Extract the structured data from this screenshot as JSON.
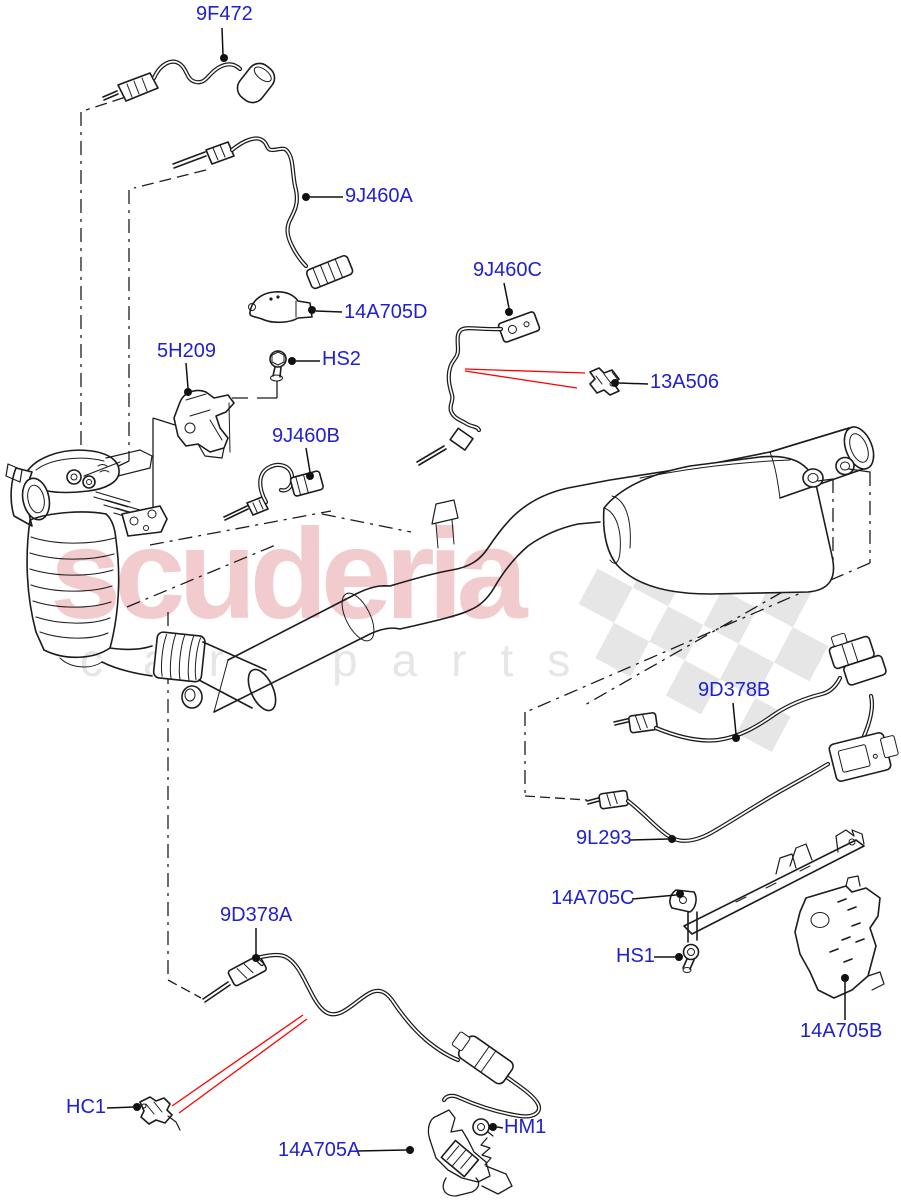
{
  "page": {
    "title": "Exhaust sensors and brackets parts diagram",
    "background_color": "#ffffff"
  },
  "watermark": {
    "brand": "scuderia",
    "tagline_word1": "car",
    "tagline_word2": "parts",
    "brand_color": "rgba(203,48,60,0.25)",
    "tagline_color": "#e6e6e6",
    "checker_color": "#d2d2d2"
  },
  "colors": {
    "label_blue": "#2020cf",
    "line_black": "#1c1c1c",
    "pointer_red": "#ff0000",
    "background": "#ffffff"
  },
  "labels": [
    {
      "id": "9F472",
      "text": "9F472"
    },
    {
      "id": "9J460A",
      "text": "9J460A"
    },
    {
      "id": "14A705D",
      "text": "14A705D"
    },
    {
      "id": "5H209",
      "text": "5H209"
    },
    {
      "id": "HS2",
      "text": "HS2"
    },
    {
      "id": "9J460B",
      "text": "9J460B"
    },
    {
      "id": "9J460C",
      "text": "9J460C"
    },
    {
      "id": "13A506",
      "text": "13A506"
    },
    {
      "id": "9D378B",
      "text": "9D378B"
    },
    {
      "id": "9L293",
      "text": "9L293"
    },
    {
      "id": "14A705C",
      "text": "14A705C"
    },
    {
      "id": "HS1",
      "text": "HS1"
    },
    {
      "id": "14A705B",
      "text": "14A705B"
    },
    {
      "id": "9D378A",
      "text": "9D378A"
    },
    {
      "id": "HC1",
      "text": "HC1"
    },
    {
      "id": "14A705A",
      "text": "14A705A"
    },
    {
      "id": "HM1",
      "text": "HM1"
    }
  ]
}
